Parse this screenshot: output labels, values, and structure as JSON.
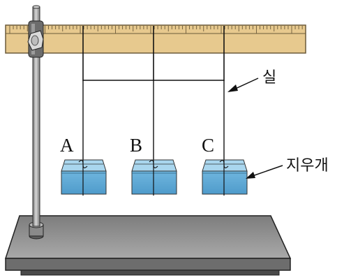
{
  "labels": {
    "block_a": "A",
    "block_b": "B",
    "block_c": "C",
    "thread": "실",
    "eraser": "지우개"
  },
  "colors": {
    "ruler_fill": "#e7c98e",
    "ruler_edge": "#6b5a3a",
    "block_front": "#5fa9d6",
    "block_top": "#a9d6ee",
    "base_fill": "#8e8e8e",
    "pole": "#9a9a9a"
  },
  "icons": {
    "clamp": "clamp-knob-icon",
    "arrow": "pointer-arrow-icon"
  }
}
